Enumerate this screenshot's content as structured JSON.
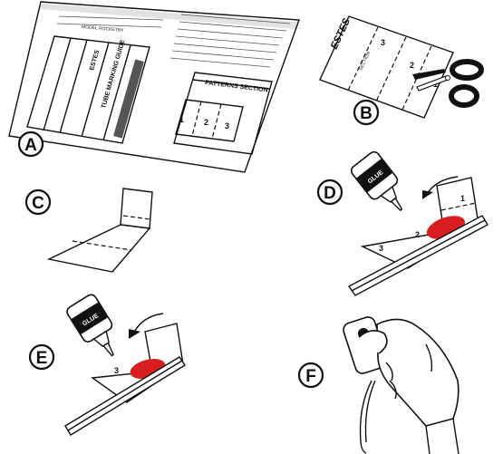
{
  "steps": [
    {
      "label": "A"
    },
    {
      "label": "B"
    },
    {
      "label": "C"
    },
    {
      "label": "D"
    },
    {
      "label": "E"
    },
    {
      "label": "F"
    }
  ],
  "sheet": {
    "patterns_title": "PATTERNS SECTION",
    "guide_text": "TUBE MARKING GUIDE",
    "guide_brand": "ESTES",
    "model_text": "MODEL ROCKETRY",
    "section_numbers": [
      "1",
      "2",
      "3"
    ]
  },
  "cut_pattern": {
    "brand": "ESTES",
    "section_text": "SECTION",
    "section_numbers": [
      "3",
      "2",
      "1"
    ]
  },
  "glue_steps": {
    "bottle_label": "GLUE",
    "d_numbers": [
      "1",
      "2",
      "3"
    ],
    "e_numbers": [
      "3"
    ]
  }
}
